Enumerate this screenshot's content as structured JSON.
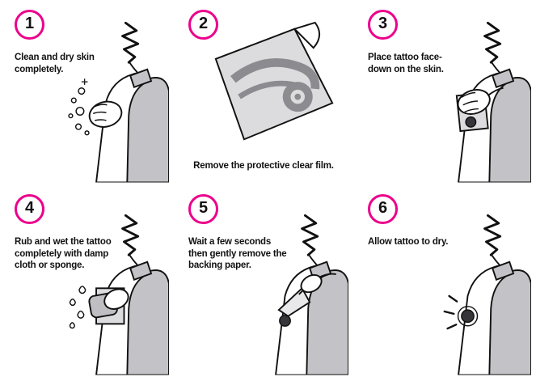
{
  "colors": {
    "accent": "#EC008C",
    "ink": "#111111",
    "shirt_gray": "#C3C3C7",
    "paper_gray": "#DCDCDE",
    "design_gray": "#8B8B90"
  },
  "steps": [
    {
      "number": "1",
      "caption": "Clean and dry skin completely.",
      "illustration": "arm-cleaning-with-bubbles-icon"
    },
    {
      "number": "2",
      "caption": "Remove the protective clear film.",
      "illustration": "tattoo-sheet-clear-film-peel-icon"
    },
    {
      "number": "3",
      "caption": "Place tattoo face-down on the skin.",
      "illustration": "hand-pressing-tattoo-on-arm-icon"
    },
    {
      "number": "4",
      "caption": "Rub and wet the tattoo completely with damp cloth or sponge.",
      "illustration": "damp-sponge-on-tattoo-icon"
    },
    {
      "number": "5",
      "caption": "Wait a few seconds then gently remove the backing paper.",
      "illustration": "peeling-backing-paper-icon"
    },
    {
      "number": "6",
      "caption": "Allow tattoo to dry.",
      "illustration": "tattoo-drying-on-arm-icon"
    }
  ]
}
